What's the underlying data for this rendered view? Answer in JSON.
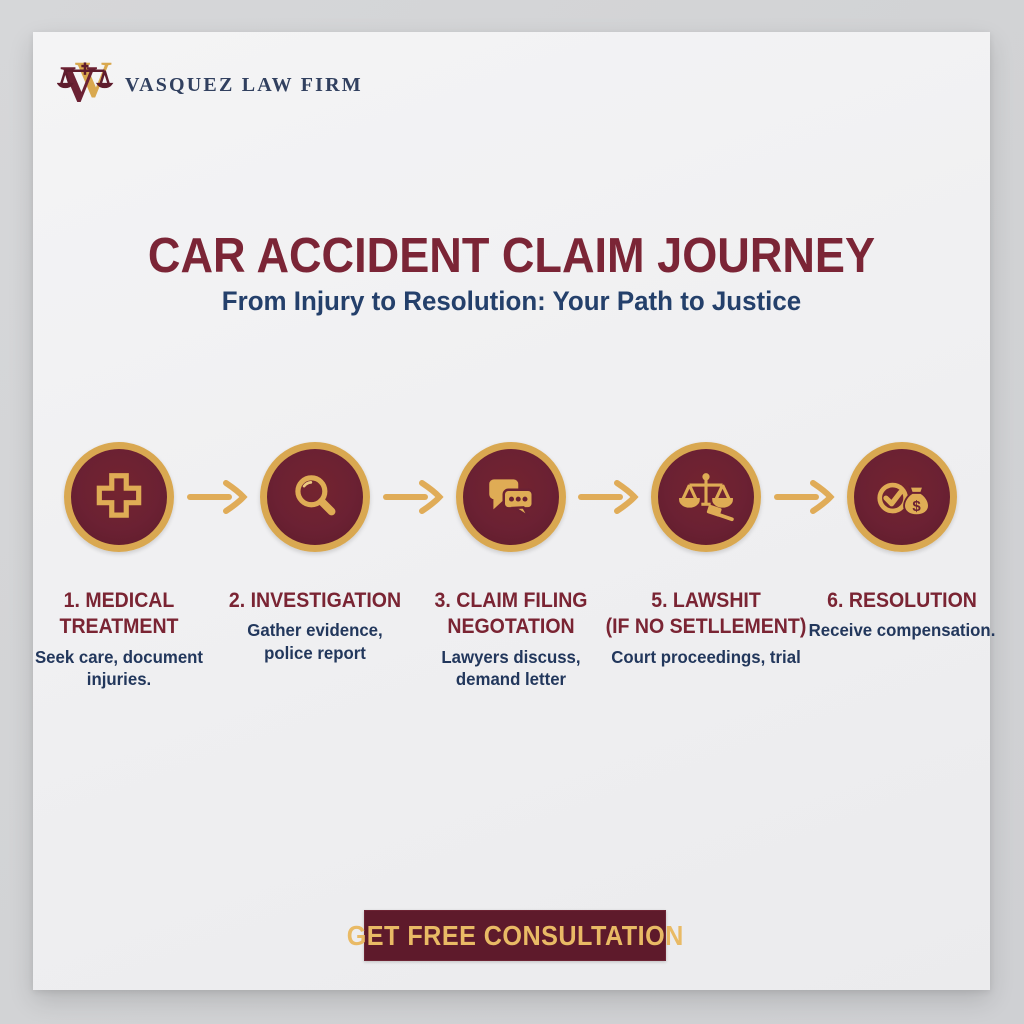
{
  "brand": {
    "name": "VASQUEZ LAW FIRM",
    "logo_letter": "V"
  },
  "header": {
    "title": "CAR ACCIDENT CLAIM JOURNEY",
    "subtitle": "From Injury to Resolution: Your Path to Justice"
  },
  "timeline": {
    "steps": [
      {
        "icon": "medical-cross-icon",
        "title": "1. MEDICAL\nTREATMENT",
        "description": "Seek care, document injuries."
      },
      {
        "icon": "magnifier-icon",
        "title": "2. INVESTIGATION",
        "description": "Gather evidence,\npolice report"
      },
      {
        "icon": "chat-bubbles-icon",
        "title": "3. CLAIM FILING\nNEGOTATION",
        "description": "Lawyers discuss,\ndemand letter"
      },
      {
        "icon": "scales-gavel-icon",
        "title": "5. LAWSHIT\n(IF NO SETLLEMENT)",
        "description": "Court proceedings, trial"
      },
      {
        "icon": "check-money-bag-icon",
        "title": "6. RESOLUTION",
        "description": "Receive compensation."
      }
    ]
  },
  "cta": {
    "label": "GET FREE CONSULTATION"
  },
  "icons": {
    "dollar_glyph": "$"
  },
  "colors": {
    "background": "#D2D3D5",
    "card": "#F0F0F1",
    "maroon_circle": "#6B2133",
    "maroon_heading": "#7A2433",
    "gold": "#D9A851",
    "navy_text": "#22375C",
    "button_bg": "#5E1A2B",
    "button_text": "#E9BA65"
  }
}
